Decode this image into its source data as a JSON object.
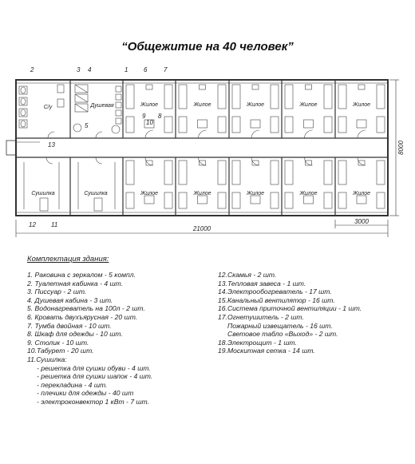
{
  "title": "“Общежитие на 40 человек”",
  "rooms": {
    "wc": "С/у",
    "shower": "Душевая",
    "living": "Жилое",
    "drying": "Сушилка"
  },
  "callouts": [
    "1",
    "2",
    "3",
    "4",
    "5",
    "6",
    "7",
    "8",
    "9",
    "10",
    "11",
    "12",
    "13"
  ],
  "dimensions": {
    "total_length": "21000",
    "module_width": "3000",
    "total_width": "8000"
  },
  "spec": {
    "header": "Комплектация здания:",
    "col1": [
      {
        "text": "1. Раковина с зеркалом - 5 компл.",
        "sub": false
      },
      {
        "text": "2. Туалетная кабинка - 4 шт.",
        "sub": false
      },
      {
        "text": "3. Писсуар - 2 шт.",
        "sub": false
      },
      {
        "text": "4. Душевая кабина - 3 шт.",
        "sub": false
      },
      {
        "text": "5. Водонагреватель на 100л - 2 шт.",
        "sub": false
      },
      {
        "text": "6. Кровать двухъярусная - 20 шт.",
        "sub": false
      },
      {
        "text": "7. Тумба двойная - 10 шт.",
        "sub": false
      },
      {
        "text": "8. Шкаф для одежды - 10 шт.",
        "sub": false
      },
      {
        "text": "9. Столик - 10 шт.",
        "sub": false
      },
      {
        "text": "10.Табурет - 20 шт.",
        "sub": false
      },
      {
        "text": "11.Сушилка:",
        "sub": false
      },
      {
        "text": "- решетка для сушки обуви - 4 шт.",
        "sub": true
      },
      {
        "text": "- решетка для сушки шапок - 4 шт.",
        "sub": true
      },
      {
        "text": "- перекладина - 4 шт.",
        "sub": true
      },
      {
        "text": "- плечики для одежды - 40 шт",
        "sub": true
      },
      {
        "text": "- электроконвектор 1 кВт - 7 шт.",
        "sub": true
      }
    ],
    "col2": [
      {
        "text": "12.Скамья - 2 шт.",
        "sub": false
      },
      {
        "text": "13.Тепловая завеса - 1 шт.",
        "sub": false
      },
      {
        "text": "14.Электрообогреватель - 17 шт.",
        "sub": false
      },
      {
        "text": "15.Канальный вентилятор - 16 шт.",
        "sub": false
      },
      {
        "text": "16.Система приточной вентиляции - 1 шт.",
        "sub": false
      },
      {
        "text": "17.Огнетушитель - 2 шт.",
        "sub": false
      },
      {
        "text": "Пожарный извещатель - 16 шт.",
        "sub": true
      },
      {
        "text": "Световое табло «Выход» - 2 шт.",
        "sub": true
      },
      {
        "text": "18.Электрощит - 1 шт.",
        "sub": false
      },
      {
        "text": "19.Москитная сетка - 14 шт.",
        "sub": false
      }
    ]
  },
  "colors": {
    "line": "#333333",
    "background": "#ffffff"
  }
}
